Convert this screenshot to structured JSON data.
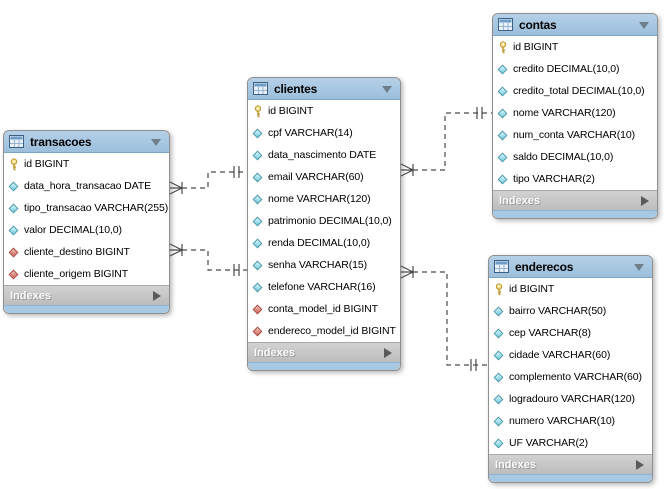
{
  "tables": [
    {
      "name": "transacoes",
      "footer": "Indexes",
      "columns": [
        {
          "icon": "primary-key-icon",
          "text": "id BIGINT"
        },
        {
          "icon": "column-icon",
          "text": "data_hora_transacao DATE"
        },
        {
          "icon": "column-icon",
          "text": "tipo_transacao VARCHAR(255)"
        },
        {
          "icon": "column-icon",
          "text": "valor DECIMAL(10,0)"
        },
        {
          "icon": "fk-column-icon",
          "text": "cliente_destino BIGINT"
        },
        {
          "icon": "fk-column-icon",
          "text": "cliente_origem BIGINT"
        }
      ]
    },
    {
      "name": "clientes",
      "footer": "Indexes",
      "columns": [
        {
          "icon": "primary-key-icon",
          "text": "id BIGINT"
        },
        {
          "icon": "column-icon",
          "text": "cpf VARCHAR(14)"
        },
        {
          "icon": "column-icon",
          "text": "data_nascimento DATE"
        },
        {
          "icon": "column-icon",
          "text": "email VARCHAR(60)"
        },
        {
          "icon": "column-icon",
          "text": "nome VARCHAR(120)"
        },
        {
          "icon": "column-icon",
          "text": "patrimonio DECIMAL(10,0)"
        },
        {
          "icon": "column-icon",
          "text": "renda DECIMAL(10,0)"
        },
        {
          "icon": "column-icon",
          "text": "senha VARCHAR(15)"
        },
        {
          "icon": "column-icon",
          "text": "telefone VARCHAR(16)"
        },
        {
          "icon": "fk-column-icon",
          "text": "conta_model_id BIGINT"
        },
        {
          "icon": "fk-column-icon",
          "text": "endereco_model_id BIGINT"
        }
      ]
    },
    {
      "name": "contas",
      "footer": "Indexes",
      "columns": [
        {
          "icon": "primary-key-icon",
          "text": "id BIGINT"
        },
        {
          "icon": "column-icon",
          "text": "credito DECIMAL(10,0)"
        },
        {
          "icon": "column-icon",
          "text": "credito_total DECIMAL(10,0)"
        },
        {
          "icon": "column-icon",
          "text": "nome VARCHAR(120)"
        },
        {
          "icon": "column-icon",
          "text": "num_conta VARCHAR(10)"
        },
        {
          "icon": "column-icon",
          "text": "saldo DECIMAL(10,0)"
        },
        {
          "icon": "column-icon",
          "text": "tipo VARCHAR(2)"
        }
      ]
    },
    {
      "name": "enderecos",
      "footer": "Indexes",
      "columns": [
        {
          "icon": "primary-key-icon",
          "text": "id BIGINT"
        },
        {
          "icon": "column-icon",
          "text": "bairro VARCHAR(50)"
        },
        {
          "icon": "column-icon",
          "text": "cep VARCHAR(8)"
        },
        {
          "icon": "column-icon",
          "text": "cidade VARCHAR(60)"
        },
        {
          "icon": "column-icon",
          "text": "complemento VARCHAR(60)"
        },
        {
          "icon": "column-icon",
          "text": "logradouro VARCHAR(120)"
        },
        {
          "icon": "column-icon",
          "text": "numero VARCHAR(10)"
        },
        {
          "icon": "column-icon",
          "text": "UF VARCHAR(2)"
        }
      ]
    }
  ],
  "relationships": [
    {
      "from": "transacoes",
      "to": "clientes",
      "from_marker": "many-mandatory",
      "to_marker": "one-mandatory",
      "style": "dashed"
    },
    {
      "from": "transacoes",
      "to": "clientes",
      "from_marker": "many-mandatory",
      "to_marker": "one-mandatory",
      "style": "dashed"
    },
    {
      "from": "clientes",
      "to": "contas",
      "from_marker": "many-mandatory",
      "to_marker": "one-mandatory",
      "style": "dashed"
    },
    {
      "from": "clientes",
      "to": "enderecos",
      "from_marker": "many-mandatory",
      "to_marker": "one-mandatory",
      "style": "dashed"
    }
  ],
  "colors": {
    "canvas": "#ffffff",
    "table_header": "#a2c4de",
    "table_body": "#ffffff",
    "footer_bar": "#c6c6c6",
    "bottom_bar": "#a6c8e2",
    "connector": "#4a4a4a",
    "pk_icon": "#f2d879",
    "column_icon": "#8fd9e8",
    "fk_icon": "#d97c70"
  }
}
